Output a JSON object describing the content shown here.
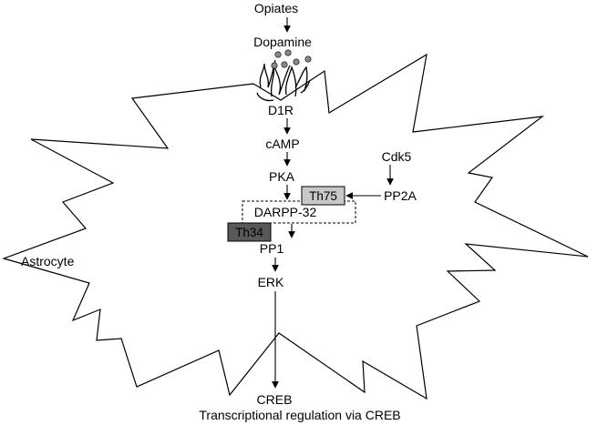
{
  "nodes": {
    "opiates": "Opiates",
    "dopamine": "Dopamine",
    "d1r": "D1R",
    "camp": "cAMP",
    "pka": "PKA",
    "cdk5": "Cdk5",
    "pp2a": "PP2A",
    "th75": "Th75",
    "darpp32": "DARPP-32",
    "th34": "Th34",
    "pp1": "PP1",
    "erk": "ERK",
    "astrocyte": "Astrocyte",
    "creb": "CREB",
    "transcription": "Transcriptional regulation via CREB"
  },
  "colors": {
    "th75_fill": "#c8c8c8",
    "th34_fill": "#595959",
    "dopamine_dot": "#8a8a8a",
    "stroke": "#000000"
  }
}
